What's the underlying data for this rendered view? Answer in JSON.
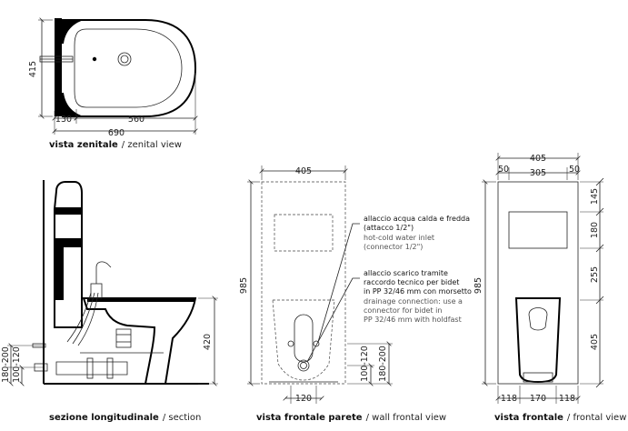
{
  "zenital": {
    "dim_height": "415",
    "dim_130": "130",
    "dim_560": "560",
    "dim_690": "690",
    "caption_bold": "vista zenitale",
    "caption_light": "/ zenital view"
  },
  "section": {
    "dim_180_200": "180-200",
    "dim_100_120": "100-120",
    "dim_420": "420",
    "caption_bold": "sezione longitudinale",
    "caption_light": "/ section"
  },
  "wall_frontal": {
    "dim_405": "405",
    "dim_985": "985",
    "dim_100_120": "100-120",
    "dim_180_200": "180-200",
    "dim_120": "120",
    "caption_bold": "vista frontale parete",
    "caption_light": "/ wall frontal view"
  },
  "notes": {
    "water_bold_1": "allaccio acqua calda e fredda",
    "water_bold_2": "(attacco 1/2\")",
    "water_light_1": "hot-cold water inlet",
    "water_light_2": "(connector 1/2\")",
    "drain_bold_1": "allaccio scarico tramite",
    "drain_bold_2": "raccordo tecnico per bidet",
    "drain_bold_3": "in PP 32/46 mm con morsetto",
    "drain_light_1": "drainage connection: use a",
    "drain_light_2": "connector for bidet in",
    "drain_light_3": "PP 32/46 mm with holdfast"
  },
  "frontal": {
    "dim_405": "405",
    "dim_50_left": "50",
    "dim_305": "305",
    "dim_50_right": "50",
    "dim_985": "985",
    "dim_145": "145",
    "dim_180": "180",
    "dim_255": "255",
    "dim_405_v": "405",
    "dim_118_left": "118",
    "dim_170": "170",
    "dim_118_right": "118",
    "caption_bold": "vista frontale",
    "caption_light": "/ frontal view"
  }
}
